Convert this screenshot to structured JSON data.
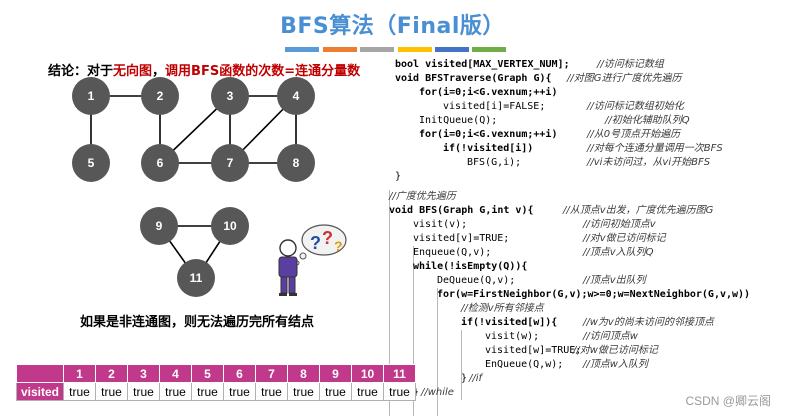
{
  "title": "BFS算法（Final版）",
  "colorbar_colors": [
    "#5b9bd5",
    "#ed7d31",
    "#a5a5a5",
    "#ffc000",
    "#4472c4",
    "#70ad47"
  ],
  "conclusion": {
    "prefix": "结论：对于",
    "highlight1": "无向图",
    "mid": "，",
    "highlight2": "调用BFS函数的次数=连通分量数"
  },
  "note": "如果是非连通图，则无法遍历完所有结点",
  "graph": {
    "nodes": [
      "1",
      "2",
      "3",
      "4",
      "5",
      "6",
      "7",
      "8",
      "9",
      "10",
      "11"
    ],
    "edges": [
      [
        "1",
        "2"
      ],
      [
        "1",
        "5"
      ],
      [
        "2",
        "6"
      ],
      [
        "3",
        "6"
      ],
      [
        "3",
        "7"
      ],
      [
        "3",
        "4"
      ],
      [
        "4",
        "7"
      ],
      [
        "4",
        "8"
      ],
      [
        "6",
        "7"
      ],
      [
        "7",
        "8"
      ],
      [
        "9",
        "10"
      ],
      [
        "9",
        "11"
      ],
      [
        "10",
        "11"
      ]
    ]
  },
  "code_lines": [
    {
      "code": "bool visited[MAX_VERTEX_NUM];",
      "comment": "//访问标记数组"
    },
    {
      "code": "void BFSTraverse(Graph G){",
      "comment": "//对图G进行广度优先遍历"
    },
    {
      "code": "for(i=0;i<G.vexnum;++i)",
      "comment": ""
    },
    {
      "code": "visited[i]=FALSE;",
      "comment": "//访问标记数组初始化"
    },
    {
      "code": "InitQueue(Q);",
      "comment": "//初始化辅助队列Q"
    },
    {
      "code": "for(i=0;i<G.vexnum;++i)",
      "comment": "//从0号顶点开始遍历"
    },
    {
      "code": "if(!visited[i])",
      "comment": "//对每个连通分量调用一次BFS"
    },
    {
      "code": "BFS(G,i);",
      "comment": "//vi未访问过，从vi开始BFS"
    },
    {
      "code": "}",
      "comment": ""
    },
    {
      "code": "",
      "comment": "//广度优先遍历"
    },
    {
      "code": "void BFS(Graph G,int v){",
      "comment": "//从顶点v出发，广度优先遍历图G"
    },
    {
      "code": "visit(v);",
      "comment": "//访问初始顶点v"
    },
    {
      "code": "visited[v]=TRUE;",
      "comment": "//对v做已访问标记"
    },
    {
      "code": "Enqueue(Q,v);",
      "comment": "//顶点v入队列Q"
    },
    {
      "code": "while(!isEmpty(Q)){",
      "comment": ""
    },
    {
      "code": "DeQueue(Q,v);",
      "comment": "//顶点v出队列"
    },
    {
      "code": "for(w=FirstNeighbor(G,v);w>=0;w=NextNeighbor(G,v,w))",
      "comment": ""
    },
    {
      "code": "",
      "comment": "//检测v所有邻接点"
    },
    {
      "code": "if(!visited[w]){",
      "comment": "//w为v的尚未访问的邻接顶点"
    },
    {
      "code": "visit(w);",
      "comment": "//访问顶点w"
    },
    {
      "code": "visited[w]=TRUE;",
      "comment": "//对w做已访问标记"
    },
    {
      "code": "EnQueue(Q,w);",
      "comment": "//顶点w入队列"
    },
    {
      "code": "}",
      "comment": "//if"
    },
    {
      "code": "}",
      "comment": "//while"
    }
  ],
  "table": {
    "row_label": "visited",
    "headers": [
      "1",
      "2",
      "3",
      "4",
      "5",
      "6",
      "7",
      "8",
      "9",
      "10",
      "11"
    ],
    "values": [
      "true",
      "true",
      "true",
      "true",
      "true",
      "true",
      "true",
      "true",
      "true",
      "true",
      "true"
    ]
  },
  "watermark": "CSDN @卿云阁"
}
